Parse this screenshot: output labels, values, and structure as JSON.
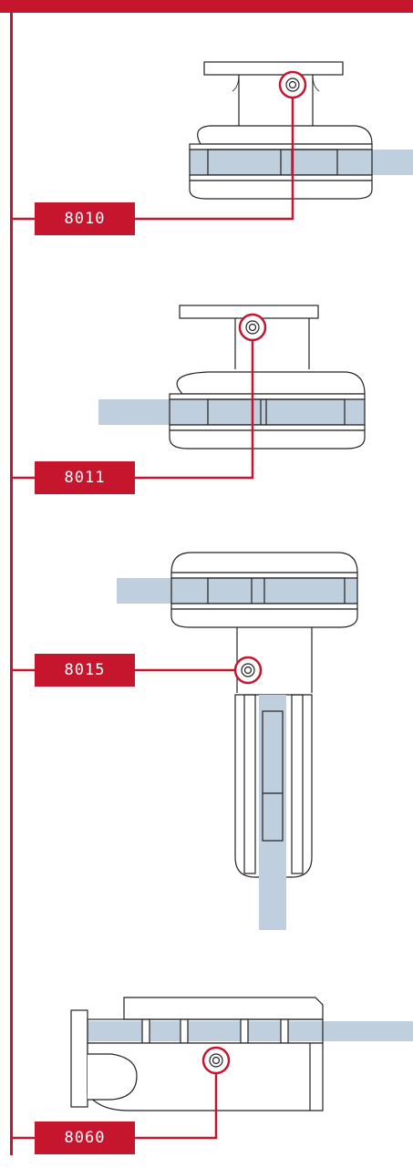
{
  "colors": {
    "accent": "#c5162e",
    "glass": "#bfcfde",
    "outline": "#222222"
  },
  "products": [
    {
      "code": "8010"
    },
    {
      "code": "8011"
    },
    {
      "code": "8015"
    },
    {
      "code": "8060"
    }
  ]
}
